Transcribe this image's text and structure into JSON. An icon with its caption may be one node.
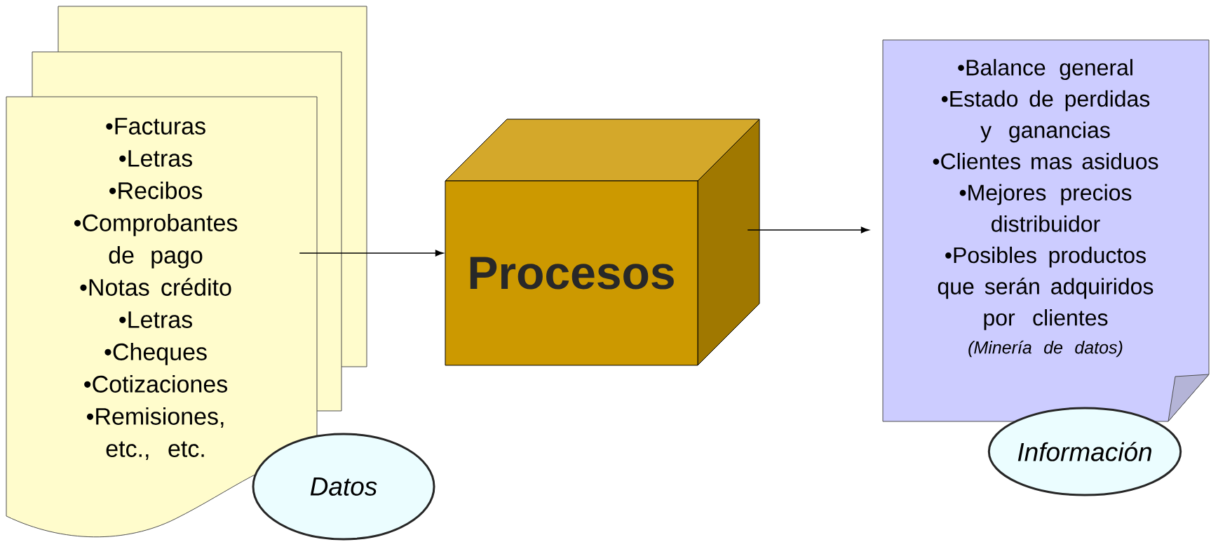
{
  "diagram": {
    "nodes": [
      {
        "text": [
          "•Facturas",
          "•Letras",
          "•Recibos",
          "•Comprobantes de pago",
          "•Notas crédito",
          "•Letras",
          "•Cheques",
          "•Cotizaciones",
          "•Remisiones, etc., etc."
        ]
      },
      {
        "text": [
          "Datos"
        ]
      },
      {
        "text": [
          "Procesos"
        ]
      },
      {
        "text": [
          "•Balance general",
          "•Estado de perdidas y ganancias",
          "•Clientes mas asiduos",
          "•Mejores precios distribuidor",
          "•Posibles productos que serán adquiridos por clientes",
          "(Minería de datos)"
        ]
      },
      {
        "text": [
          "Información"
        ]
      }
    ],
    "edges": [
      {
        "from": 0,
        "to": 2,
        "arrow": "to"
      },
      {
        "from": 2,
        "to": 3,
        "arrow": "to"
      }
    ]
  }
}
